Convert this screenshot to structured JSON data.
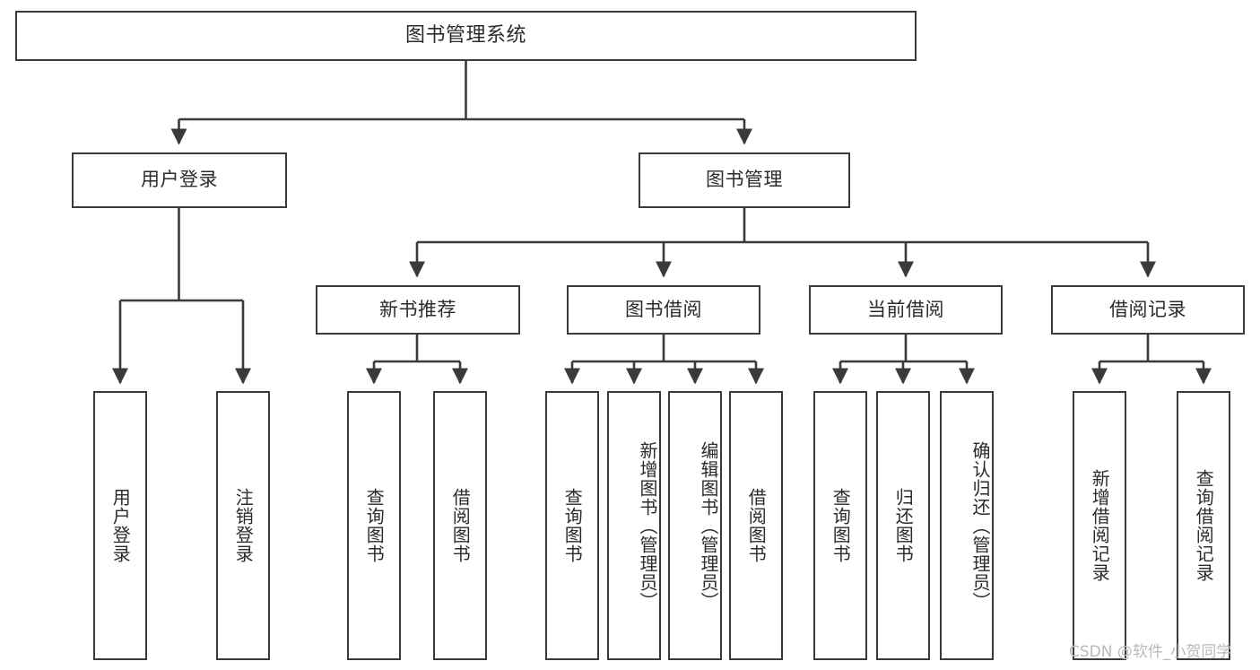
{
  "diagram": {
    "title": "图书管理系统",
    "type": "tree",
    "orientation": "top-down",
    "stroke_color": "#3a3a3a",
    "text_color": "#2b2b2b",
    "background_color": "#ffffff",
    "root": {
      "label": "图书管理系统"
    },
    "level2": [
      {
        "label": "用户登录"
      },
      {
        "label": "图书管理"
      }
    ],
    "level3": [
      {
        "label": "新书推荐"
      },
      {
        "label": "图书借阅"
      },
      {
        "label": "当前借阅"
      },
      {
        "label": "借阅记录"
      }
    ],
    "leaves": {
      "user_login": [
        {
          "label": "用户登录"
        },
        {
          "label": "注销登录"
        }
      ],
      "new_book_recommend": [
        {
          "label": "查询图书"
        },
        {
          "label": "借阅图书"
        }
      ],
      "book_borrow": [
        {
          "label": "查询图书"
        },
        {
          "label": "新增图书（管理员）"
        },
        {
          "label": "编辑图书（管理员）"
        },
        {
          "label": "借阅图书"
        }
      ],
      "current_borrow": [
        {
          "label": "查询图书"
        },
        {
          "label": "归还图书"
        },
        {
          "label": "确认归还（管理员）"
        }
      ],
      "borrow_record": [
        {
          "label": "新增借阅记录"
        },
        {
          "label": "查询借阅记录"
        }
      ]
    }
  },
  "watermark": {
    "text": "CSDN @软件_小贺同学"
  }
}
